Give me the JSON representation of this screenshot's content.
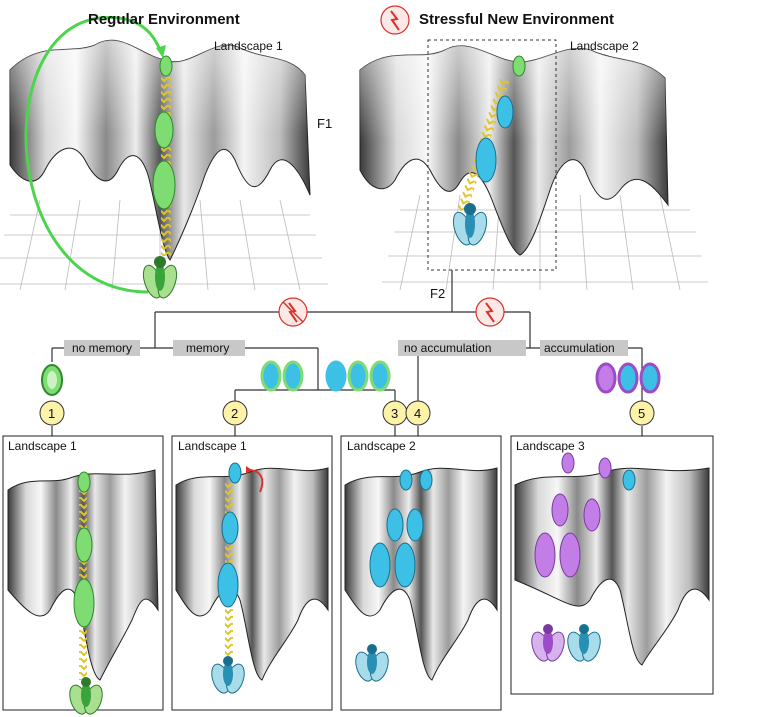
{
  "titles": {
    "regular": "Regular Environment",
    "stressful": "Stressful New Environment"
  },
  "landscapes": {
    "top_left": "Landscape 1",
    "top_right": "Landscape 2",
    "panel1": "Landscape 1",
    "panel2": "Landscape 1",
    "panel3": "Landscape 2",
    "panel4": "Landscape 3"
  },
  "generations": {
    "f1": "F1",
    "f2": "F2"
  },
  "branches": {
    "no_memory": "no memory",
    "memory": "memory",
    "no_accumulation": "no accumulation",
    "accumulation": "accumulation"
  },
  "outcomes": [
    "1",
    "2",
    "3",
    "4",
    "5"
  ],
  "colors": {
    "green": "#7fdc72",
    "blue": "#3cc0e6",
    "purple": "#c27ee6",
    "stress_red": "#d9332b",
    "tag_gray": "#c8c8c8",
    "circle_yellow": "#fdf3a8",
    "arrow_green": "#4cd44c",
    "chain_yellow": "#f2dd3a"
  },
  "icons": [
    "lightning-stress-icon",
    "crossed-lightning-icon",
    "fly-icon"
  ]
}
